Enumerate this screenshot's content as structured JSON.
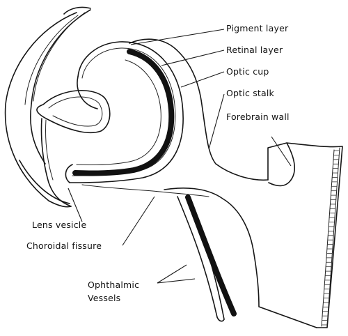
{
  "figure": {
    "labels": {
      "pigment_layer": "Pigment layer",
      "retinal_layer": "Retinal layer",
      "optic_cup": "Optic cup",
      "optic_stalk": "Optic stalk",
      "forebrain_wall": "Forebrain wall",
      "lens_vesicle": "Lens vesicle",
      "choroidal_fissure": "Choroidal fissure",
      "ophthalmic_vessels_line1": "Ophthalmic",
      "ophthalmic_vessels_line2": "Vessels"
    },
    "colors": {
      "ink": "#161616",
      "paper": "#ffffff",
      "retina": "#111111"
    }
  }
}
